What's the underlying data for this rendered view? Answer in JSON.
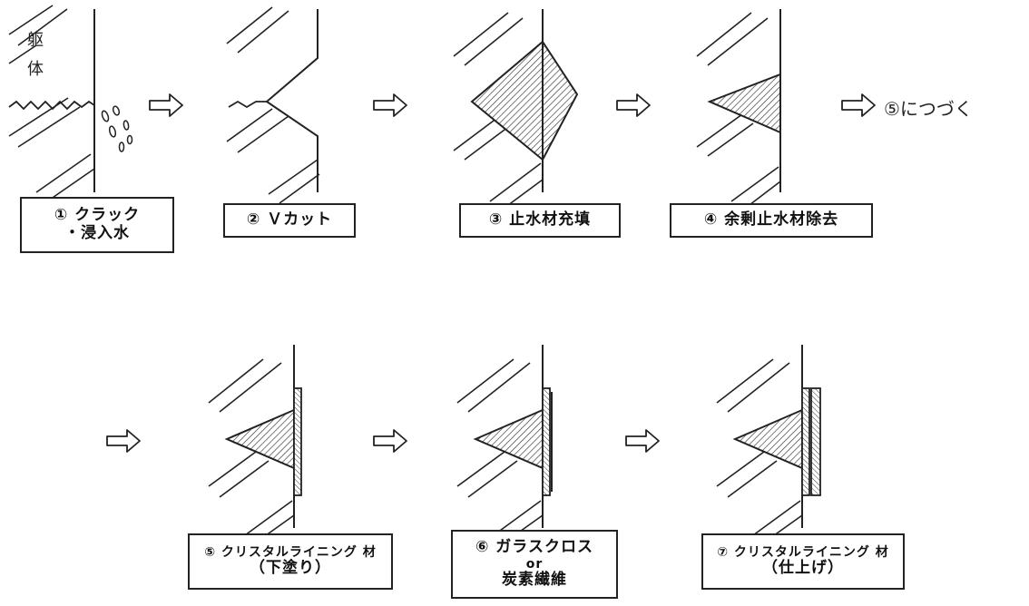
{
  "body_label": [
    "躯",
    "体"
  ],
  "continue_text": "⑤につづく",
  "steps": [
    {
      "lines": [
        "① クラック",
        "・浸入水"
      ]
    },
    {
      "lines": [
        "② Ｖカット"
      ]
    },
    {
      "lines": [
        "③ 止水材充填"
      ]
    },
    {
      "lines": [
        "④ 余剰止水材除去"
      ]
    },
    {
      "lines": [
        "⑤ クリスタルライニング 材",
        "（下塗り）"
      ]
    },
    {
      "lines": [
        "⑥ ガラスクロス",
        "or",
        "炭素繊維"
      ]
    },
    {
      "lines": [
        "⑦ クリスタルライニング 材",
        "（仕上げ）"
      ]
    }
  ]
}
